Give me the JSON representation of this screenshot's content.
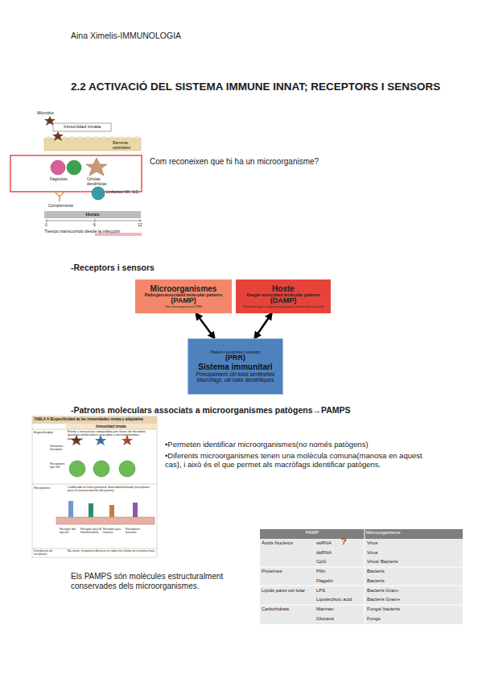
{
  "diagram": {
    "title": "2.2 ACTIVACIÓ DEL SISTEMA IMMUNE INNAT; RECEPTORS I SENSORS",
    "nodes": [
      {
        "text": [
          "Microorganismes",
          "Pathogen-associated molecular patterns",
          "(PAMP)",
          "Són reconeguts pels PRR"
        ]
      },
      {
        "text": [
          "Hoste",
          "Danger-associated molecular patterns",
          "(DAMP)",
          "Proteïnes que s'expressen quan la cèl·lula està en perill"
        ]
      },
      {
        "text": [
          "Pattern-recognition receptor",
          "(PRR)",
          "Sistema immunitari",
          "Principalment cèl·lules sentinelles",
          "Macròfags, cèl·lules dendrítiques"
        ]
      }
    ],
    "edges": [
      {
        "from": 2,
        "to": 0,
        "arrow": "both"
      },
      {
        "from": 2,
        "to": 1,
        "arrow": "both"
      }
    ],
    "labels": [
      "Aina Ximelis-IMMUNOLOGIA",
      "Microbio",
      "Inmunidad innata",
      "Barreras epiteliales",
      "Fagocitos",
      "Células dendríticas",
      "Complemento",
      "Linfocitos NK, ILC",
      "Horas",
      "0",
      "6",
      "12",
      "Tiempo transcurrido desde la infección",
      "Com reconeixen que hi ha un microorganisme?",
      "-Receptors i sensors",
      "-Patrons moleculars associats a microorganismes patògens→PAMPS",
      "TABLA 4-1",
      "Especificidad de las inmunidades innata y adaptativa",
      "Inmunidad innata",
      "Especificidad",
      "Frente a estructuras compartidas por clases de microbios (patrones moleculares asociados a microorganismos patógenos)",
      "Diferentes microbios",
      "Receptores tipo Toll",
      "Receptores",
      "Codificado en línea germinal; diversidad limitada (receptores para el reconocimiento del patrón)",
      "Receptor del tipo toll",
      "Receptor para N-formilmetionilo",
      "Receptor para manosa",
      "Receptores basurero",
      "Distribución de receptores",
      "No clonal: receptores idénticos en todas las células de la misma línea",
      "•Permeten identificar microorganismes(no només patògens)",
      "•Diferents microorganismes tenen una molècula comuna(manosa en aquest cas), i això és el que permet als macròfags identificar patògens.",
      "Els PAMPS són molècules estructuralment conservades dels microorganismes.",
      "PAMP",
      "Microorganisme",
      "Àcids Nucleics",
      "ssRNA",
      "?",
      "Virus",
      "dsRNA",
      "Virus",
      "CpG",
      "Virus/ Bacteris",
      "Proteïnes",
      "Pilin",
      "Bacteris",
      "Flagelin",
      "Bacteris",
      "Lípids paret cel·lular",
      "LPS",
      "Bacteris Gram-",
      "Lipoteichoic acid",
      "Bacteris Gram+",
      "Carbohidrats",
      "Mannan",
      "Fongs/ bacteris",
      "Glucans",
      "Fongs"
    ]
  }
}
